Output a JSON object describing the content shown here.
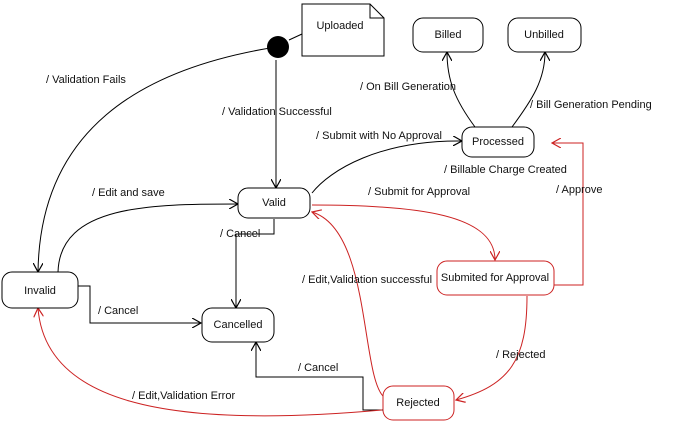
{
  "colors": {
    "normal": "#000000",
    "highlight": "#cc2222"
  },
  "start": {
    "note": "Uploaded"
  },
  "states": {
    "billed": "Billed",
    "unbilled": "Unbilled",
    "processed": "Processed",
    "valid": "Valid",
    "invalid": "Invalid",
    "cancelled": "Cancelled",
    "submitted": "Submited for Approval",
    "rejected": "Rejected"
  },
  "transitions": {
    "validation_fails": "/ Validation Fails",
    "validation_successful": "/ Validation Successful",
    "submit_no_approval": "/ Submit with No Approval",
    "on_bill_generation": "/ On Bill Generation",
    "bill_generation_pending": "/ Bill Generation Pending",
    "billable_charge_created": "/ Billable Charge Created",
    "edit_and_save": "/ Edit and save",
    "submit_for_approval": "/ Submit for Approval",
    "approve": "/ Approve",
    "cancel_valid": "/ Cancel",
    "cancel_invalid": "/ Cancel",
    "edit_validation_successful": "/ Edit,Validation successful",
    "rejected": "/ Rejected",
    "cancel_rejected": "/ Cancel",
    "edit_validation_error": "/ Edit,Validation Error"
  }
}
